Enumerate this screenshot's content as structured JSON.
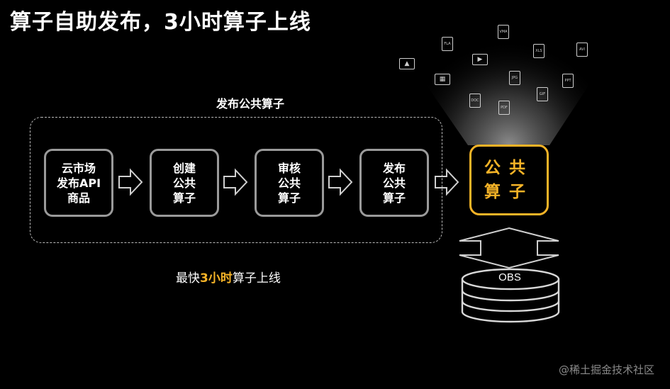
{
  "title": "算子自助发布，3小时算子上线",
  "group_label": "发布公共算子",
  "steps": [
    {
      "lines": [
        "云市场",
        "发布API",
        "商品"
      ]
    },
    {
      "lines": [
        "创建",
        "公共",
        "算子"
      ]
    },
    {
      "lines": [
        "审核",
        "公共",
        "算子"
      ]
    },
    {
      "lines": [
        "发布",
        "公共",
        "算子"
      ]
    }
  ],
  "operator": {
    "lines": [
      "公共",
      "算子"
    ]
  },
  "fast_text": {
    "prefix": "最快",
    "highlight": "3小时",
    "suffix": "算子上线"
  },
  "obs_label": "OBS",
  "file_icons": [
    "FLA",
    "VMA",
    "XLS",
    "AVI",
    "JPG",
    "PPT",
    "DOC",
    "PDF",
    "GIF"
  ],
  "watermark": "@稀土掘金技术社区",
  "colors": {
    "accent": "#f5b327",
    "step_border": "#9a9a9a",
    "background": "#000000"
  }
}
